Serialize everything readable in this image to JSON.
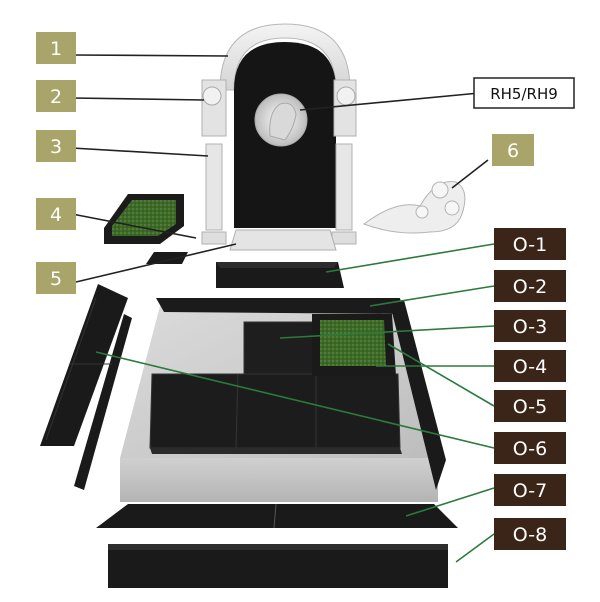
{
  "colors": {
    "olive_label": "#a9a46a",
    "brown_label": "#3b2418",
    "leader_dark": "#222222",
    "leader_green": "#2c7a3c",
    "granite_black": "#1a1a1a",
    "slab_grey": "#c9c9c9",
    "marble_white": "#ececec",
    "grass": "#3f6e2a"
  },
  "left_labels": [
    {
      "text": "1"
    },
    {
      "text": "2"
    },
    {
      "text": "3"
    },
    {
      "text": "4"
    },
    {
      "text": "5"
    }
  ],
  "right_labels": [
    {
      "text": "6"
    },
    {
      "text": "O-1"
    },
    {
      "text": "O-2"
    },
    {
      "text": "O-3"
    },
    {
      "text": "O-4"
    },
    {
      "text": "O-5"
    },
    {
      "text": "O-6"
    },
    {
      "text": "O-7"
    },
    {
      "text": "O-8"
    }
  ],
  "boxed_label": {
    "text": "RH5/RH9"
  }
}
